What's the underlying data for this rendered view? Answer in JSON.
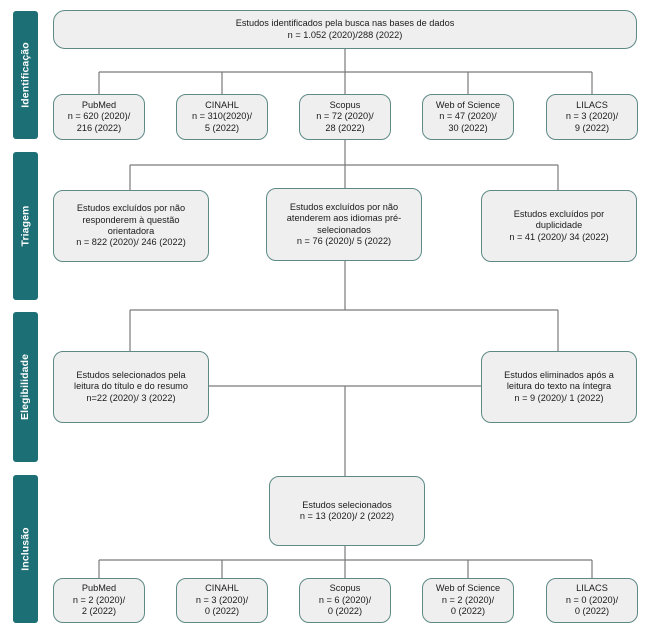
{
  "phases": {
    "identificacao": "Identificação",
    "triagem": "Triagem",
    "elegibilidade": "Elegibilidade",
    "inclusao": "Inclusão"
  },
  "identification": {
    "title": "Estudos identificados pela busca nas bases de dados",
    "count": "n = 1.052 (2020)/288 (2022)"
  },
  "databases": [
    {
      "name": "PubMed",
      "line1": "n = 620 (2020)/",
      "line2": "216 (2022)"
    },
    {
      "name": "CINAHL",
      "line1": "n = 310(2020)/",
      "line2": "5 (2022)"
    },
    {
      "name": "Scopus",
      "line1": "n = 72 (2020)/",
      "line2": "28 (2022)"
    },
    {
      "name": "Web of Science",
      "line1": "n = 47 (2020)/",
      "line2": "30 (2022)"
    },
    {
      "name": "LILACS",
      "line1": "n = 3 (2020)/",
      "line2": "9 (2022)"
    }
  ],
  "screening": [
    {
      "l1": "Estudos excluídos por não",
      "l2": "responderem à questão",
      "l3": "orientadora",
      "l4": "n = 822 (2020)/ 246 (2022)"
    },
    {
      "l1": "Estudos excluídos por não",
      "l2": "atenderem aos idiomas pré-",
      "l3": "selecionados",
      "l4": "n = 76 (2020)/ 5 (2022)"
    },
    {
      "l1": "Estudos excluídos por",
      "l2": "duplicidade",
      "l3": "n = 41 (2020)/ 34 (2022)"
    }
  ],
  "eligibility": {
    "selected": {
      "l1": "Estudos selecionados pela",
      "l2": "leitura do título e do resumo",
      "l3": "n=22 (2020)/ 3 (2022)"
    },
    "eliminated": {
      "l1": "Estudos eliminados após a",
      "l2": "leitura do texto na íntegra",
      "l3": "n = 9 (2020)/ 1 (2022)"
    }
  },
  "inclusion": {
    "title": "Estudos selecionados",
    "count": "n = 13 (2020)/ 2 (2022)"
  },
  "final_databases": [
    {
      "name": "PubMed",
      "line1": "n = 2 (2020)/",
      "line2": "2 (2022)"
    },
    {
      "name": "CINAHL",
      "line1": "n = 3 (2020)/",
      "line2": "0 (2022)"
    },
    {
      "name": "Scopus",
      "line1": "n = 6 (2020)/",
      "line2": "0 (2022)"
    },
    {
      "name": "Web of Science",
      "line1": "n = 2 (2020)/",
      "line2": "0 (2022)"
    },
    {
      "name": "LILACS",
      "line1": "n = 0 (2020)/",
      "line2": "0 (2022)"
    }
  ],
  "colors": {
    "phase_band": "#1d6f76",
    "box_fill": "#efefef",
    "box_border": "#5e8a86",
    "connector": "#7a7a7a"
  }
}
